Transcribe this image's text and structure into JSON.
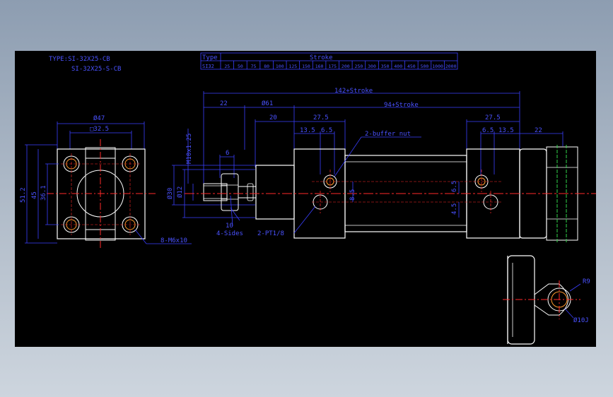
{
  "type_labels": {
    "line1": "TYPE:SI-32X25-CB",
    "line2": "SI-32X25-S-CB"
  },
  "stroke_table": {
    "header_type": "Type",
    "header_stroke": "Stroke",
    "model": "SI32",
    "strokes": [
      "25",
      "50",
      "75",
      "80",
      "100",
      "125",
      "150",
      "160",
      "175",
      "200",
      "250",
      "300",
      "350",
      "400",
      "450",
      "500",
      "1000",
      "2000"
    ]
  },
  "dimensions": {
    "overall": "142+Stroke",
    "body": "94+Stroke",
    "d22_left": "22",
    "d22_right": "22",
    "phi61": "Ø61",
    "d20": "20",
    "d27_5_left": "27.5",
    "d27_5_right": "27.5",
    "d13_5_left": "13.5",
    "d13_5_right": "13.5",
    "d6_5_left": "6.5",
    "d6_5_right": "6.5",
    "d6": "6",
    "thread": "M10x1.25",
    "phi30": "Ø30",
    "phi12": "Ø12",
    "d10": "10",
    "sides": "4-Sides",
    "ports": "2-PT1/8",
    "buffer_nut": "2-buffer nut",
    "d8_5": "8.5",
    "d6_5v": "6.5",
    "d4_5": "4.5",
    "phi47": "Ø47",
    "d32_5": "□32.5",
    "d51_2": "51.2",
    "d45": "45",
    "d36_1": "36.1",
    "bolts": "8-M6x10",
    "r9": "R9",
    "phi10": "Ø10J"
  },
  "colors": {
    "background": "#000000",
    "outline": "#ffffff",
    "dimension": "#3a3fff",
    "centerline": "#ff2a2a",
    "accent_orange": "#ff9a2e",
    "accent_green": "#2fd64a",
    "accent_yellow": "#d8d24a"
  }
}
